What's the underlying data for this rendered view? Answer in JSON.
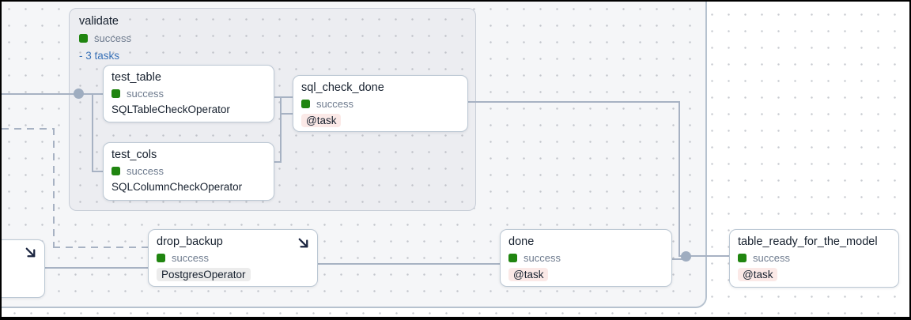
{
  "validate_group": {
    "title": "validate",
    "status": "success",
    "toggle_label": "- 3 tasks"
  },
  "nodes": {
    "test_table": {
      "title": "test_table",
      "status": "success",
      "operator": "SQLTableCheckOperator"
    },
    "test_cols": {
      "title": "test_cols",
      "status": "success",
      "operator": "SQLColumnCheckOperator"
    },
    "sql_check_done": {
      "title": "sql_check_done",
      "status": "success",
      "operator": "@task"
    },
    "drop_backup": {
      "title": "drop_backup",
      "status": "success",
      "operator": "PostgresOperator"
    },
    "done": {
      "title": "done",
      "status": "success",
      "operator": "@task"
    },
    "table_ready_for_the_model": {
      "title": "table_ready_for_the_model",
      "status": "success",
      "operator": "@task"
    }
  },
  "edges": [
    {
      "from": "upstream",
      "to": "test_table"
    },
    {
      "from": "upstream",
      "to": "test_cols"
    },
    {
      "from": "test_table",
      "to": "sql_check_done"
    },
    {
      "from": "test_cols",
      "to": "sql_check_done"
    },
    {
      "from": "upstream-dashed",
      "to": "drop_backup",
      "style": "dashed"
    },
    {
      "from": "offscreen-node",
      "to": "drop_backup"
    },
    {
      "from": "drop_backup",
      "to": "done"
    },
    {
      "from": "sql_check_done",
      "to": "table_ready_for_the_model"
    },
    {
      "from": "done",
      "to": "table_ready_for_the_model"
    }
  ],
  "colors": {
    "success_green": "#208510",
    "status_text": "#6e7b8e",
    "tasks_link_blue": "#3a72b8",
    "task_decorator_pill": "#fbe9e7",
    "operator_pill": "#ececec",
    "edge": "#a7b2c3"
  }
}
